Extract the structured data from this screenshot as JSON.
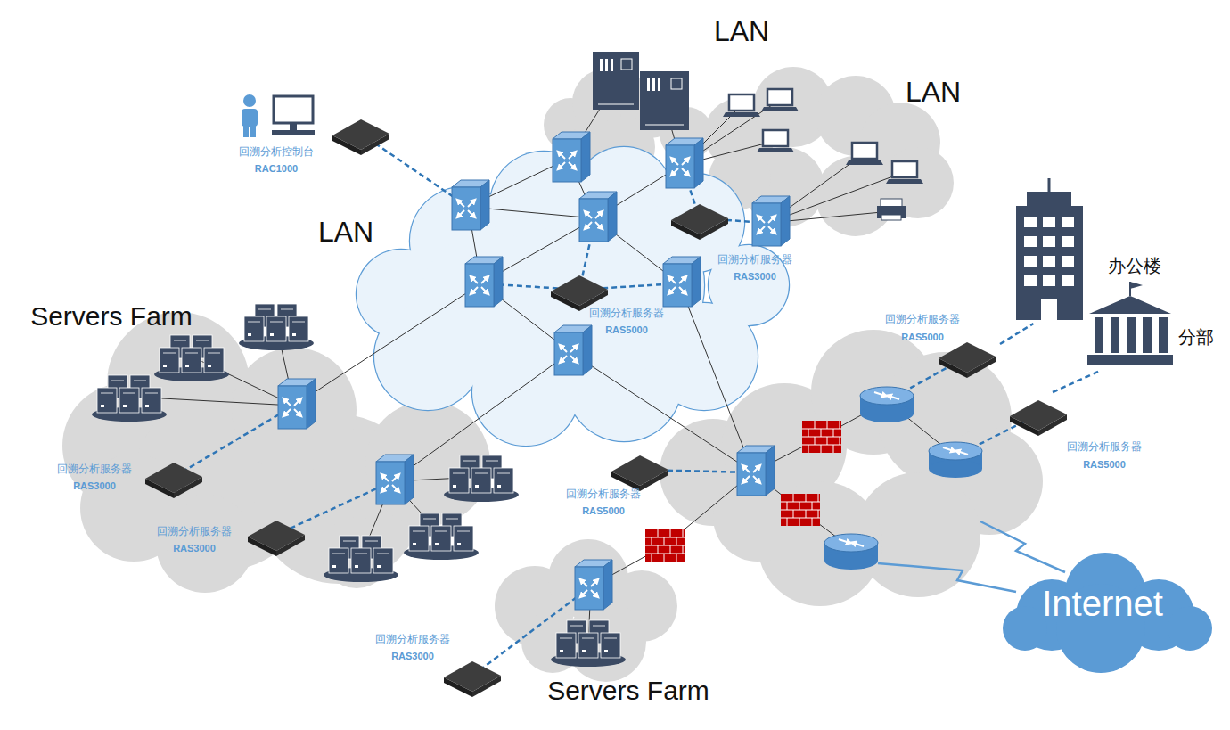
{
  "diagram": {
    "nodes": [
      {
        "text": [
          "LAN"
        ]
      },
      {
        "text": [
          "回溯分析控制台",
          "RAC1000"
        ]
      },
      {
        "text": [
          "LAN"
        ]
      },
      {
        "text": [
          "LAN"
        ]
      },
      {
        "text": [
          "回溯分析服务器",
          "RAS3000"
        ]
      },
      {
        "text": [
          "回溯分析服务器",
          "RAS5000"
        ],
        "in": 3
      },
      {
        "text": [
          "Servers Farm"
        ]
      },
      {
        "text": [
          "办公楼"
        ]
      },
      {
        "text": [
          "回溯分析服务器",
          "RAS5000"
        ]
      },
      {
        "text": [
          "分部"
        ]
      },
      {
        "text": [
          "回溯分析服务器",
          "RAS5000"
        ]
      },
      {
        "text": [
          "回溯分析服务器",
          "RAS3000"
        ],
        "in": 6
      },
      {
        "text": [
          "回溯分析服务器",
          "RAS5000"
        ]
      },
      {
        "text": [
          "回溯分析服务器",
          "RAS3000"
        ],
        "in": 6
      },
      {
        "text": [
          "回溯分析服务器",
          "RAS3000"
        ]
      },
      {
        "text": [
          "Servers Farm"
        ]
      },
      {
        "text": [
          "Internet"
        ]
      }
    ],
    "edges": [
      {
        "from": 8,
        "to": 7,
        "arrow": "none"
      },
      {
        "from": 10,
        "to": 9,
        "arrow": "none"
      }
    ]
  }
}
